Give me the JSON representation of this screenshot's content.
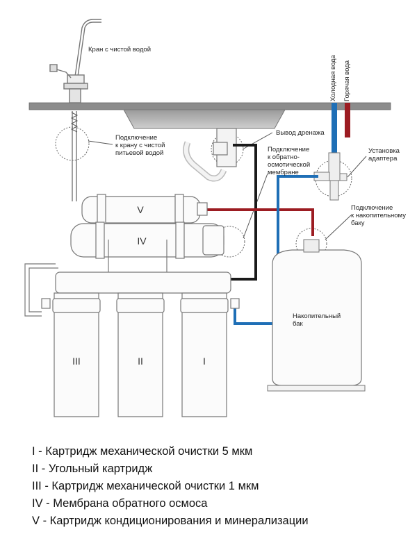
{
  "labels": {
    "faucet": "Кран с чистой водой",
    "cold_water": "Холодная вода",
    "hot_water": "Горячая вода",
    "drain_outlet": "Вывод дренажа",
    "faucet_connection": "Подключение\nк крану с чистой\nпитьевой водой",
    "membrane_connection": "Подключение\nк обратно-\nосмотической\nмембране",
    "adapter_install": "Установка\nадаптера",
    "tank_connection": "Подключение\nк накопительному\nбаку",
    "tank": "Накопительный\nбак"
  },
  "numerals": {
    "stage1": "I",
    "stage2": "II",
    "stage3": "III",
    "stage4": "IV",
    "stage5": "V"
  },
  "legend": [
    "I - Картридж механической очистки 5 мкм",
    "II - Угольный картридж",
    "III - Картридж механической очистки 1 мкм",
    "IV - Мембрана обратного осмоса",
    "V - Картридж кондиционирования и минерализации"
  ],
  "colors": {
    "cold_line": "#1f6fb6",
    "hot_line": "#9c1c22",
    "drain_line": "#1a1a1a",
    "outline": "#777777",
    "callout": "#666666"
  }
}
